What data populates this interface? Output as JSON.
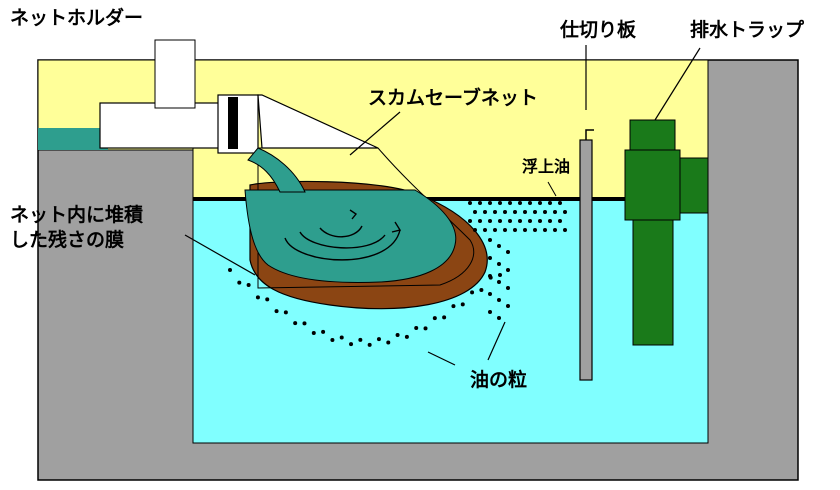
{
  "labels": {
    "net_holder": "ネットホルダー",
    "partition_board": "仕切り板",
    "drain_trap": "排水トラップ",
    "scum_save_net": "スカムセーブネット",
    "floating_oil": "浮上油",
    "film_line1": "ネット内に堆積",
    "film_line2": "した残さの膜",
    "oil_particles": "油の粒"
  },
  "colors": {
    "air_space": "#ffff99",
    "water": "#80ffff",
    "tank_wall": "#a0a0a0",
    "sediment": "#8b4513",
    "net_water": "#2e9e8e",
    "trap": "#1a7a1a",
    "pipe": "#ffffff"
  }
}
